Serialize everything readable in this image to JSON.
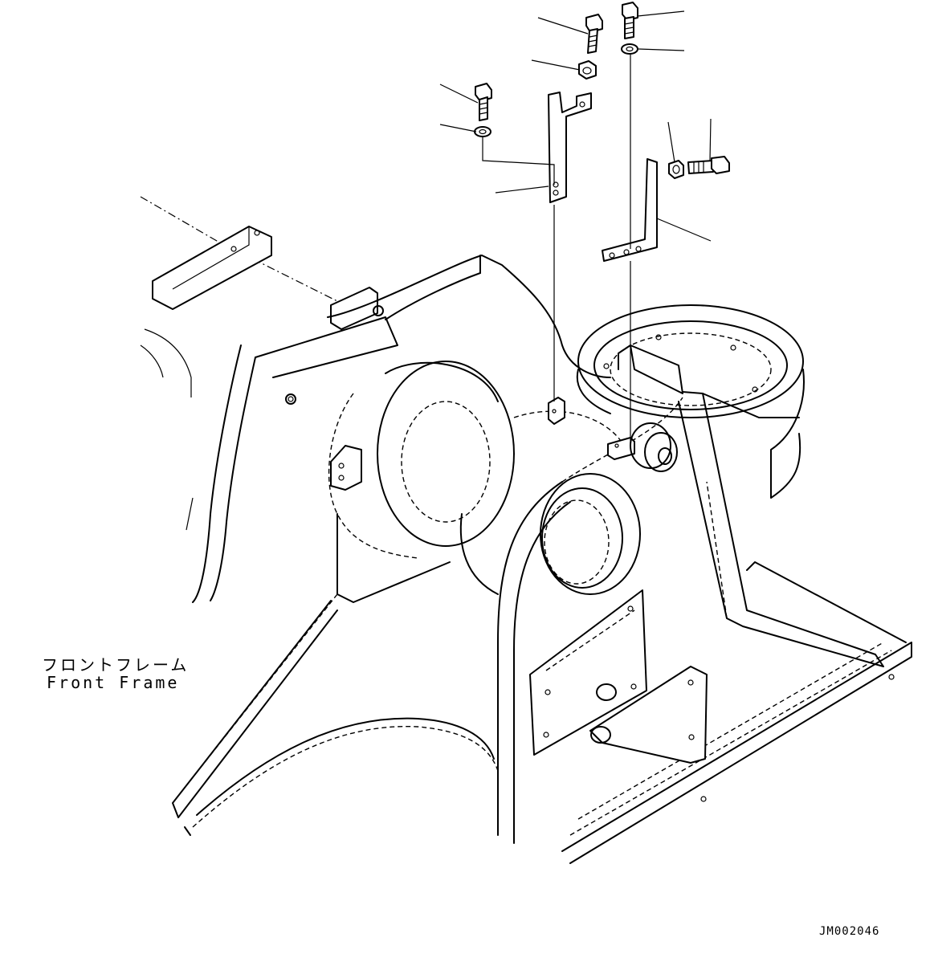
{
  "labels": {
    "part_name_jp": "フロントフレーム",
    "part_name_en": "Front Frame",
    "drawing_id": "JM002046"
  },
  "colors": {
    "line": "#000000",
    "background": "#ffffff"
  }
}
